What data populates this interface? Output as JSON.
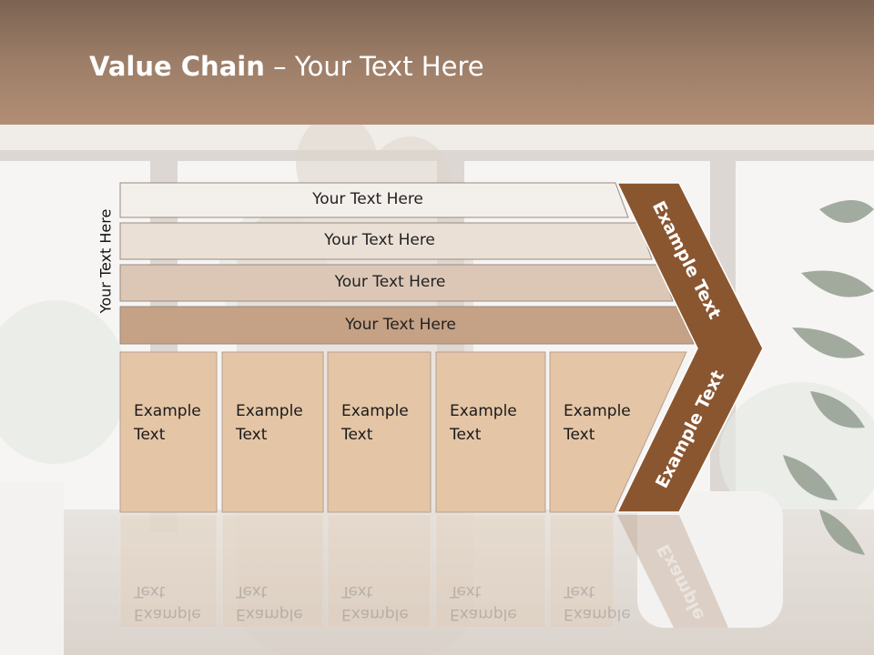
{
  "title": {
    "bold": "Value Chain",
    "rest": " – Your Text Here"
  },
  "vertical_label": "Your Text Here",
  "bands": [
    {
      "label": "Your Text Here",
      "color": "#f3efeb"
    },
    {
      "label": "Your Text Here",
      "color": "#ebe0d6"
    },
    {
      "label": "Your Text Here",
      "color": "#dcc7b6"
    },
    {
      "label": "Your Text Here",
      "color": "#c5a185"
    }
  ],
  "boxes": [
    {
      "line1": "Example",
      "line2": "Text"
    },
    {
      "line1": "Example",
      "line2": "Text"
    },
    {
      "line1": "Example",
      "line2": "Text"
    },
    {
      "line1": "Example",
      "line2": "Text"
    },
    {
      "line1": "Example",
      "line2": "Text"
    }
  ],
  "arrow": {
    "upper": "Example Text",
    "lower": "Example Text",
    "color": "#8a5630"
  },
  "reflection": {
    "box_line1": "Example",
    "box_line2": "Text",
    "arrow": "Example"
  },
  "colors": {
    "header": "#9d7e68",
    "box_fill": "#e4c5a6",
    "box_stroke": "#ffffff"
  }
}
